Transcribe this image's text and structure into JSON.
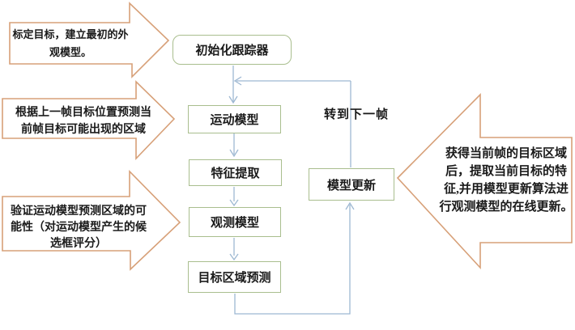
{
  "colors": {
    "arrow_outline": "#D7A078",
    "box_border": "#A9BE8E",
    "connector": "#9DB8D2",
    "text": "#1A1A1A",
    "background": "#FFFFFF"
  },
  "flow_boxes": [
    {
      "label": "初始化跟踪器"
    },
    {
      "label": "运动模型"
    },
    {
      "label": "特征提取"
    },
    {
      "label": "观测模型"
    },
    {
      "label": "目标区域预测"
    },
    {
      "label": "模型更新"
    }
  ],
  "labels": {
    "next_frame": "转到下一帧"
  },
  "callouts": {
    "left": [
      {
        "text": "标定目标，建立最初的外观模型。",
        "lines": [
          "标定目标，建立最初的外",
          "观模型。"
        ]
      },
      {
        "text": "根据上一帧目标位置预测当前帧目标可能出现的区域",
        "lines": [
          "根据上一帧目标位置预测当",
          "前帧目标可能出现的区域"
        ]
      },
      {
        "text": "验证运动模型预测区域的可能性（对运动模型产生的候选框评分）",
        "lines": [
          "验证运动模型预测区域的可",
          "能性（对运动模型产生的候",
          "选框评分）"
        ]
      }
    ],
    "right": {
      "text": "获得当前帧的目标区域后，提取当前目标的特征,并用模型更新算法进行观测模型的在线更新。",
      "lines": [
        "获得当前帧的目标区域",
        "后，提取当前目标的特",
        "征,并用模型更新算法进",
        "行观测模型的在线更新。"
      ]
    }
  }
}
